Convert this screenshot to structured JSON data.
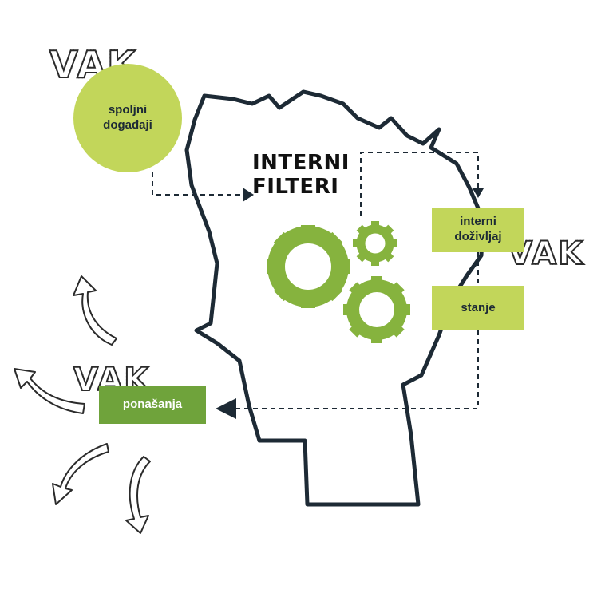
{
  "vak_labels": [
    "VAK",
    "VAK",
    "VAK"
  ],
  "external_events": "spoljni\ndogađaji",
  "internal_filters": "INTERNI\nFILTERI",
  "internal_experience": "interni\ndoživljaj",
  "state": "stanje",
  "behaviors": "ponašanja",
  "colors": {
    "light_green": "#c2d65a",
    "dark_green": "#6fa33b",
    "gear_green": "#86b33e",
    "outline": "#1d2a35"
  },
  "icons": [
    "head-outline-icon",
    "gear-icon",
    "curved-arrow-icon"
  ]
}
